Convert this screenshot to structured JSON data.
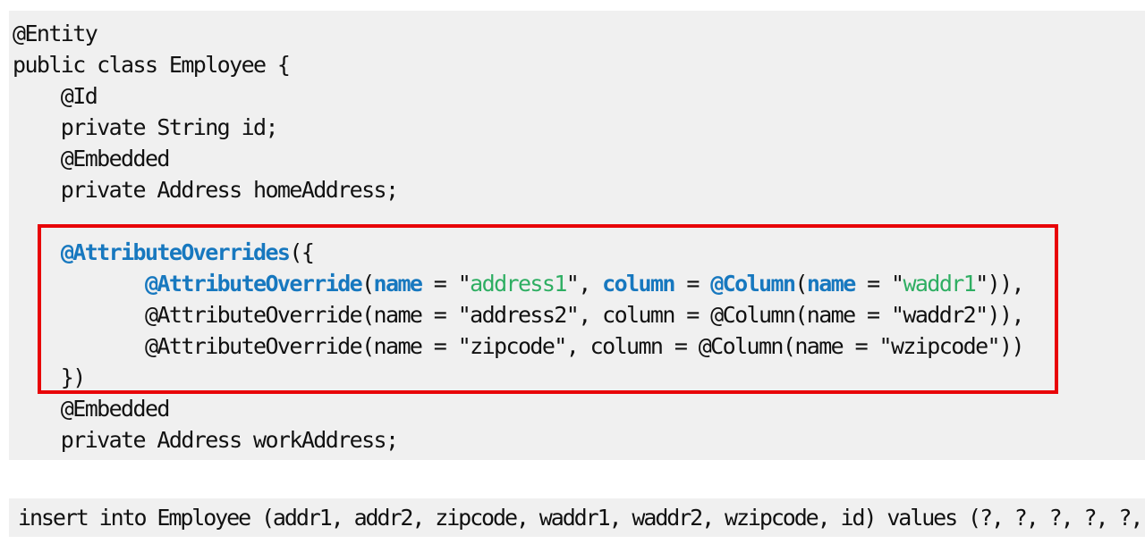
{
  "colors": {
    "code_text": "#111111",
    "keyword_blue": "#1778bf",
    "string_green": "#2eae62",
    "code_background": "#f0f0f0",
    "page_background": "#ffffff",
    "highlight_red": "#e80408"
  },
  "java_code": {
    "language": "java",
    "lines": [
      {
        "segments": [
          {
            "t": "@Entity",
            "c": "p"
          }
        ]
      },
      {
        "segments": [
          {
            "t": "public class Employee {",
            "c": "p"
          }
        ]
      },
      {
        "segments": [
          {
            "t": "    @Id",
            "c": "p"
          }
        ]
      },
      {
        "segments": [
          {
            "t": "    private String id;",
            "c": "p"
          }
        ]
      },
      {
        "segments": [
          {
            "t": "    @Embedded",
            "c": "p"
          }
        ]
      },
      {
        "segments": [
          {
            "t": "    private Address homeAddress;",
            "c": "p"
          }
        ]
      },
      {
        "segments": []
      },
      {
        "segments": [
          {
            "t": "    ",
            "c": "p"
          },
          {
            "t": "@AttributeOverrides",
            "c": "b"
          },
          {
            "t": "({",
            "c": "p"
          }
        ]
      },
      {
        "segments": [
          {
            "t": "           ",
            "c": "p"
          },
          {
            "t": "@AttributeOverride",
            "c": "b"
          },
          {
            "t": "(",
            "c": "p"
          },
          {
            "t": "name",
            "c": "b"
          },
          {
            "t": " = \"",
            "c": "p"
          },
          {
            "t": "address1",
            "c": "g"
          },
          {
            "t": "\", ",
            "c": "p"
          },
          {
            "t": "column",
            "c": "b"
          },
          {
            "t": " = ",
            "c": "p"
          },
          {
            "t": "@Column",
            "c": "b"
          },
          {
            "t": "(",
            "c": "p"
          },
          {
            "t": "name",
            "c": "b"
          },
          {
            "t": " = \"",
            "c": "p"
          },
          {
            "t": "waddr1",
            "c": "g"
          },
          {
            "t": "\")),",
            "c": "p"
          }
        ]
      },
      {
        "segments": [
          {
            "t": "           @AttributeOverride(name = \"address2\", column = @Column(name = \"waddr2\")),",
            "c": "p"
          }
        ]
      },
      {
        "segments": [
          {
            "t": "           @AttributeOverride(name = \"zipcode\", column = @Column(name = \"wzipcode\"))",
            "c": "p"
          }
        ]
      },
      {
        "segments": [
          {
            "t": "    })",
            "c": "p"
          }
        ]
      },
      {
        "segments": [
          {
            "t": "    @Embedded",
            "c": "p"
          }
        ]
      },
      {
        "segments": [
          {
            "t": "    private Address workAddress;",
            "c": "p"
          }
        ]
      }
    ]
  },
  "sql": {
    "text": "insert into Employee (addr1, addr2, zipcode, waddr1, waddr2, wzipcode, id) values (?, ?, ?, ?, ?,"
  }
}
